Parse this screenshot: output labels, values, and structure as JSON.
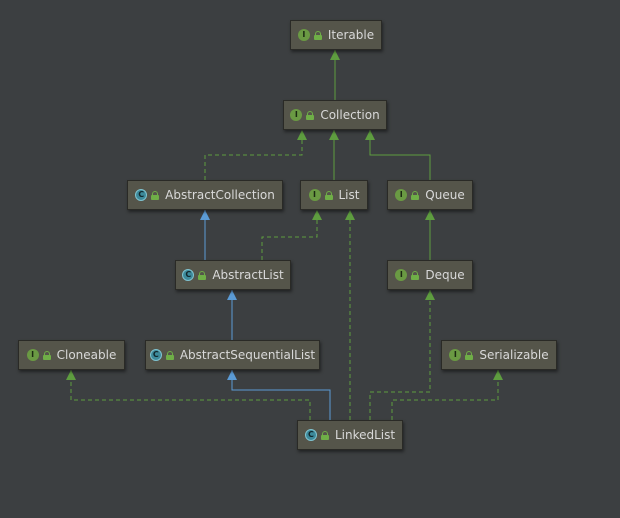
{
  "nodes": {
    "iterable": {
      "label": "Iterable",
      "kind": "interface"
    },
    "collection": {
      "label": "Collection",
      "kind": "interface"
    },
    "abstract_collection": {
      "label": "AbstractCollection",
      "kind": "class"
    },
    "list": {
      "label": "List",
      "kind": "interface"
    },
    "queue": {
      "label": "Queue",
      "kind": "interface"
    },
    "abstract_list": {
      "label": "AbstractList",
      "kind": "class"
    },
    "deque": {
      "label": "Deque",
      "kind": "interface"
    },
    "cloneable": {
      "label": "Cloneable",
      "kind": "interface"
    },
    "abstract_sequential_list": {
      "label": "AbstractSequentialList",
      "kind": "class"
    },
    "serializable": {
      "label": "Serializable",
      "kind": "interface"
    },
    "linked_list": {
      "label": "LinkedList",
      "kind": "class"
    }
  },
  "badges": {
    "interface": "I",
    "class": "C"
  },
  "colors": {
    "background": "#3c3f41",
    "implements_edge": "#5e9d3f",
    "extends_edge": "#5b9bd5",
    "interface_badge": "#6a9a43",
    "class_badge": "#3d8a9b"
  }
}
